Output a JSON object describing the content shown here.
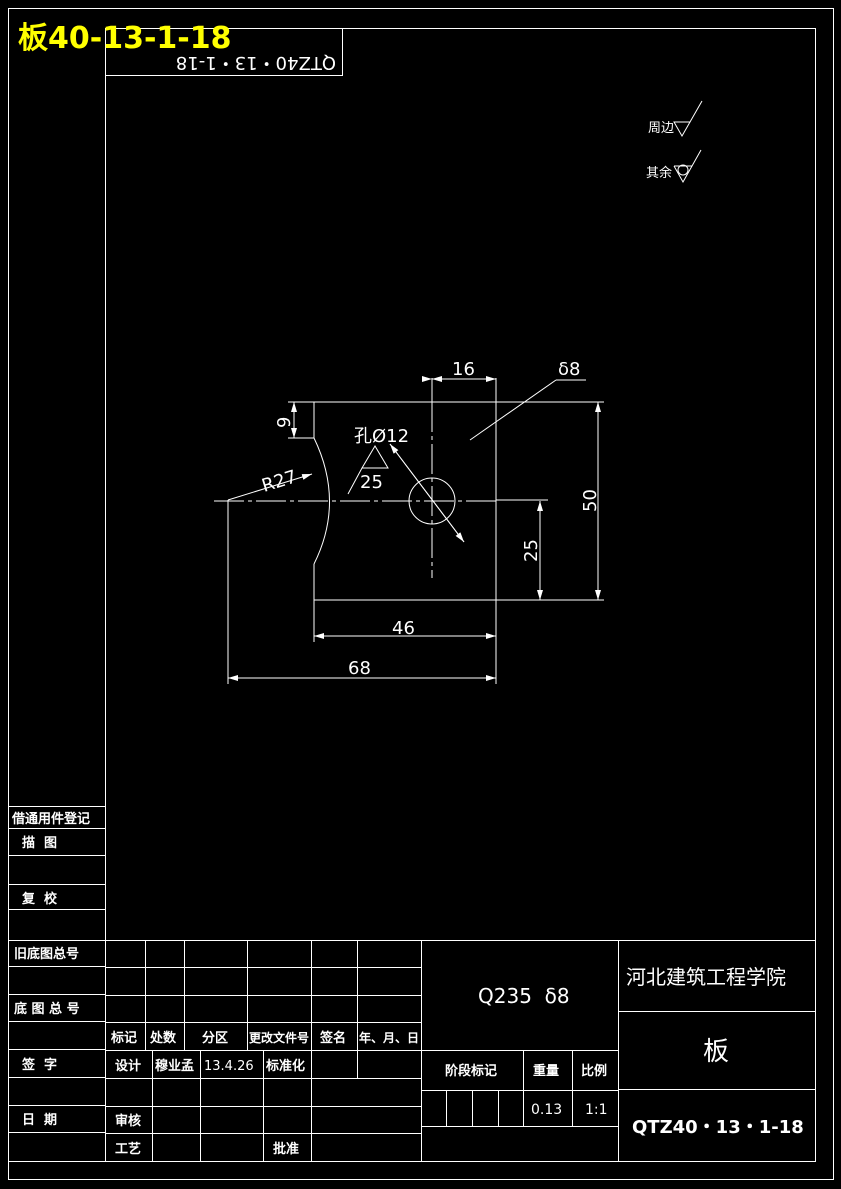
{
  "overlay_title": "板40-13-1-18",
  "mirrored_code": "QTZ40・13・1-18",
  "surface": {
    "edge_label": "周边",
    "rest_label": "其余"
  },
  "dims": {
    "d16": "16",
    "thickness": "δ8",
    "hole": "孔Ø12",
    "hole_roughness": "25",
    "r27": "R27",
    "d9": "9",
    "d50": "50",
    "d25": "25",
    "d46": "46",
    "d68": "68"
  },
  "side_table": {
    "borrow": "借通用件登记",
    "trace": "描  图",
    "check": "复  校",
    "old_base": "旧底图总号",
    "base_total": "底 图 总 号",
    "sign": "签  字",
    "date": "日  期"
  },
  "title_block": {
    "mark": "标记",
    "count": "处数",
    "zone": "分区",
    "change_doc": "更改文件号",
    "signature": "签名",
    "ymd": "年、月、日",
    "design": "设计",
    "designer": "穆业孟",
    "design_date": "13.4.26",
    "standard": "标准化",
    "review": "审核",
    "process": "工艺",
    "approve": "批准",
    "material": "Q235  δ8",
    "stage": "阶段标记",
    "weight_label": "重量",
    "scale_label": "比例",
    "weight": "0.13",
    "scale": "1:1",
    "school": "河北建筑工程学院",
    "part_name": "板",
    "drawing_no": "QTZ40・13・1-18"
  }
}
